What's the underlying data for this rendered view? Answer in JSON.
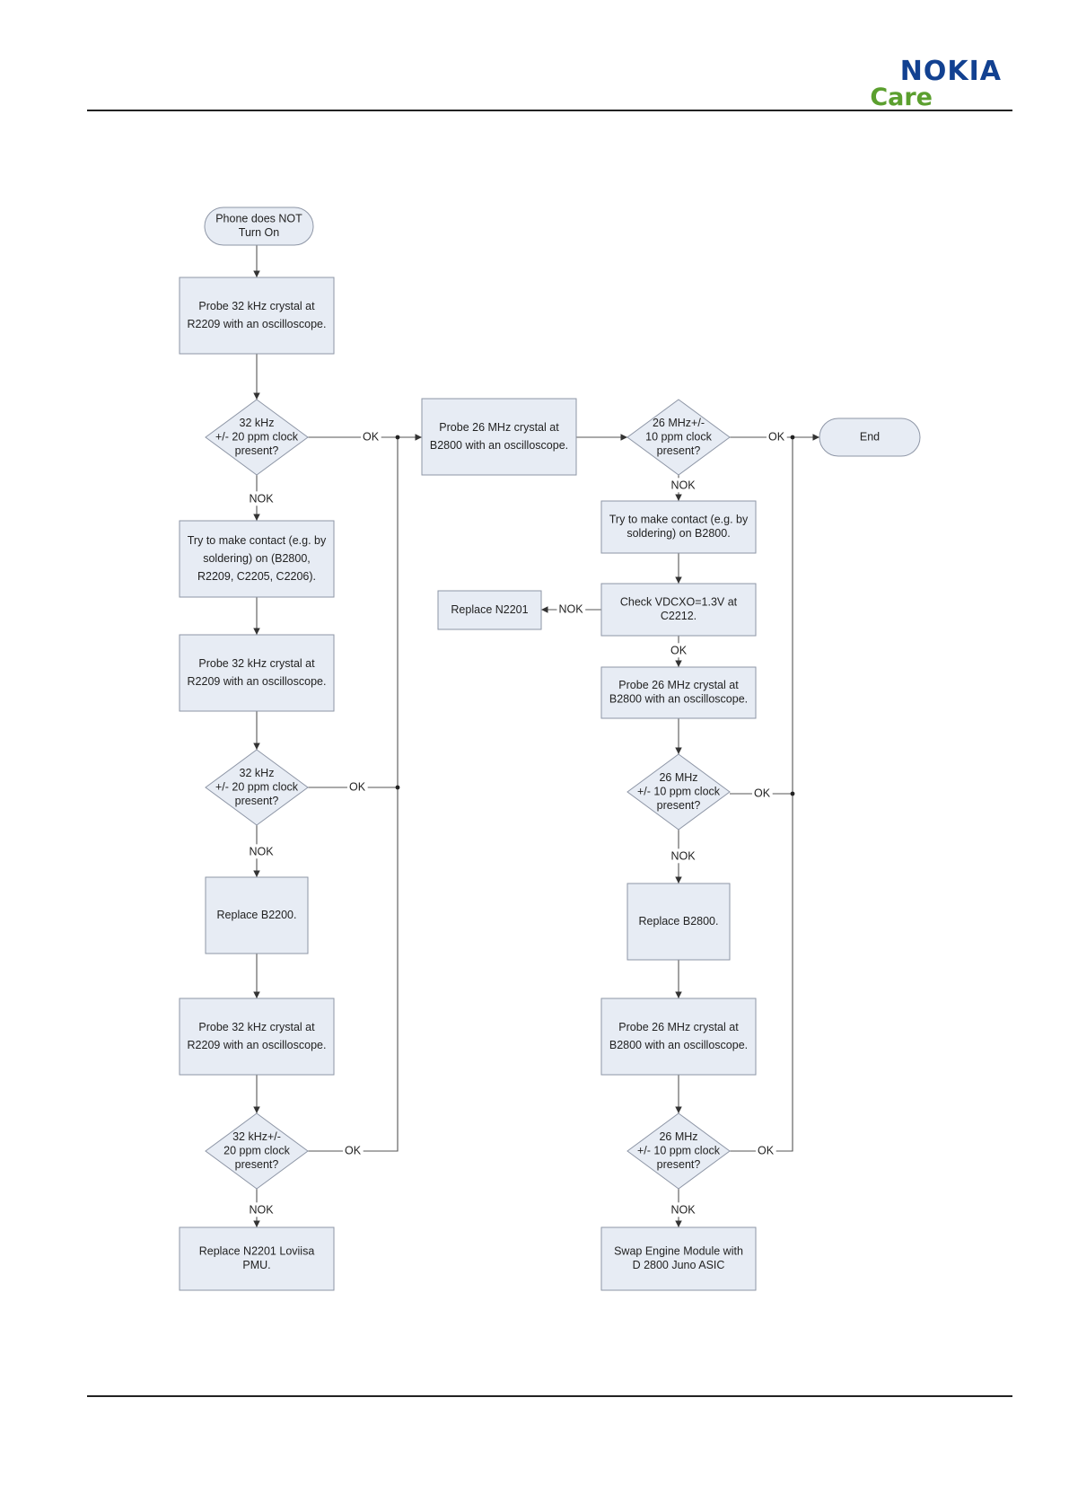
{
  "header": {
    "logo_nokia": "NOKIA",
    "logo_care": "Care"
  },
  "colors": {
    "node_fill": "#e7ecf4",
    "node_stroke": "#8e96a6",
    "line": "#555555",
    "brand_blue": "#124191",
    "brand_green": "#5b9f2e"
  },
  "flowchart": {
    "nodes": {
      "start": [
        "Phone does NOT",
        "Turn On"
      ],
      "probe32_a": [
        "Probe 32 kHz crystal at",
        "R2209 with an oscilloscope."
      ],
      "dec32_a": [
        "32 kHz",
        "+/- 20 ppm clock",
        "present?"
      ],
      "contact32": [
        "Try to make contact (e.g. by",
        "soldering) on (B2800,",
        "R2209, C2205, C2206)."
      ],
      "probe32_b": [
        "Probe 32 kHz crystal at",
        "R2209 with an oscilloscope."
      ],
      "dec32_b": [
        "32 kHz",
        "+/- 20 ppm clock",
        "present?"
      ],
      "replaceB2200": [
        "Replace B2200."
      ],
      "probe32_c": [
        "Probe 32 kHz crystal at",
        "R2209 with an oscilloscope."
      ],
      "dec32_c": [
        "32 kHz+/-",
        "20  ppm clock",
        "present?"
      ],
      "replaceN2201pmu": [
        "Replace N2201 Loviisa",
        "PMU."
      ],
      "probe26_a": [
        "Probe 26 MHz crystal at",
        "B2800 with an oscilloscope."
      ],
      "dec26_a": [
        "26 MHz+/-",
        "10  ppm clock",
        "present?"
      ],
      "end": [
        "End"
      ],
      "contact26": [
        "Try to make contact (e.g. by",
        "soldering) on B2800."
      ],
      "vdcxo": [
        "Check VDCXO=1.3V at",
        "C2212."
      ],
      "replaceN2201": [
        "Replace N2201"
      ],
      "probe26_b": [
        "Probe 26 MHz crystal at",
        "B2800 with an oscilloscope."
      ],
      "dec26_b": [
        "26 MHz",
        "+/- 10 ppm clock",
        "present?"
      ],
      "replaceB2800": [
        "Replace B2800."
      ],
      "probe26_c": [
        "Probe 26 MHz crystal at",
        "B2800 with an oscilloscope."
      ],
      "dec26_c": [
        "26 MHz",
        "+/- 10 ppm clock",
        "present?"
      ],
      "swap": [
        "Swap Engine Module with",
        "D 2800 Juno ASIC"
      ]
    },
    "edge_labels": {
      "ok_a": "OK",
      "nok_a": "NOK",
      "ok_b": "OK",
      "nok_b": "NOK",
      "ok_c": "OK",
      "nok_c": "NOK",
      "ok_26a": "OK",
      "nok_26a": "NOK",
      "nok_vdcxo": "NOK",
      "ok_vdcxo": "OK",
      "ok_26b": "OK",
      "nok_26b": "NOK",
      "ok_26c": "OK",
      "nok_26c": "NOK"
    }
  }
}
